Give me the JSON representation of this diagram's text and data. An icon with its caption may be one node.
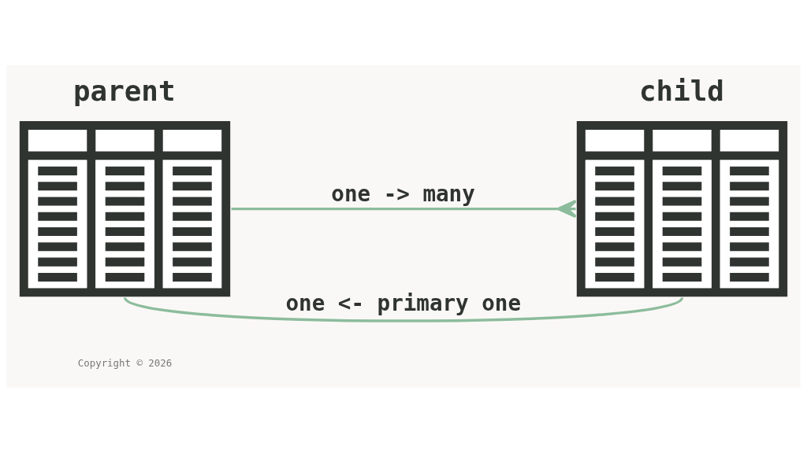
{
  "diagram": {
    "nodes": [
      {
        "text": [
          "parent"
        ]
      },
      {
        "text": [
          "child"
        ]
      }
    ],
    "edges": [
      {
        "from": 0,
        "to": 1,
        "arrow": "other",
        "label": "one -> many"
      },
      {
        "from": 0,
        "to": 1,
        "arrow": "none",
        "label": "one <- primary one"
      }
    ],
    "labels": [
      "Copyright © 2026"
    ]
  }
}
